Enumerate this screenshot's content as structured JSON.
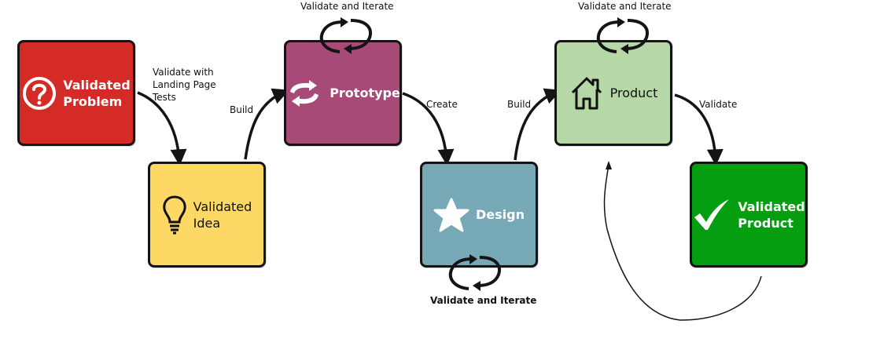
{
  "colors": {
    "problem": "#d42b26",
    "idea": "#fdd865",
    "prototype": "#a84a77",
    "design": "#77a8b6",
    "product": "#b5d8a6",
    "validated_product": "#059e10",
    "stroke": "#141414"
  },
  "boxes": {
    "problem": {
      "line1": "Validated",
      "line2": "Problem",
      "icon": "question-circle-icon"
    },
    "idea": {
      "line1": "Validated",
      "line2": "Idea",
      "icon": "lightbulb-icon"
    },
    "prototype": {
      "line1": "Prototype",
      "icon": "refresh-cycle-icon"
    },
    "design": {
      "line1": "Design",
      "icon": "star-icon"
    },
    "product": {
      "line1": "Product",
      "icon": "house-icon"
    },
    "validated_product": {
      "line1": "Validated",
      "line2": "Product",
      "icon": "checkmark-icon"
    }
  },
  "edges": {
    "problem_to_idea": {
      "line1": "Validate with",
      "line2": "Landing Page",
      "line3": "Tests"
    },
    "idea_to_prototype": "Build",
    "prototype_to_design": "Create",
    "design_to_product": "Build",
    "product_to_validated": "Validate"
  },
  "loops": {
    "prototype": "Validate and Iterate",
    "design": "Validate and Iterate",
    "product": "Validate and Iterate"
  }
}
